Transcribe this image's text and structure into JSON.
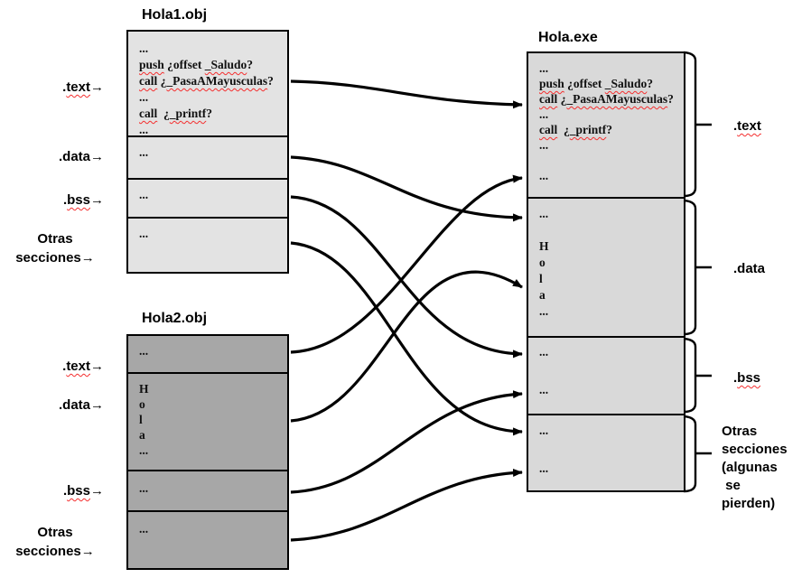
{
  "hola1": {
    "title": "Hola1.obj",
    "sections": {
      "text": {
        "lines": [
          "...",
          "push ¿offset _Saludo?",
          "call ¿_PasaAMayusculas?",
          "...",
          "call  ¿_printf?",
          "..."
        ]
      },
      "data": {
        "lines": [
          "..."
        ]
      },
      "bss": {
        "lines": [
          "..."
        ]
      },
      "otras": {
        "lines": [
          "..."
        ]
      }
    }
  },
  "hola2": {
    "title": "Hola2.obj",
    "sections": {
      "text": {
        "lines": [
          "..."
        ]
      },
      "data": {
        "lines": [
          "H",
          "o",
          "l",
          "a",
          "..."
        ]
      },
      "bss": {
        "lines": [
          "..."
        ]
      },
      "otras": {
        "lines": [
          "..."
        ]
      }
    }
  },
  "exe": {
    "title": "Hola.exe",
    "sections": {
      "text": {
        "lines": [
          "...",
          "push ¿offset _Saludo?",
          "call ¿_PasaAMayusculas?",
          "...",
          "call  ¿_printf?",
          "...",
          "",
          "..."
        ]
      },
      "data": {
        "lines": [
          "...",
          "",
          "H",
          "o",
          "l",
          "a",
          "..."
        ]
      },
      "bss": {
        "lines": [
          "...",
          "",
          "..."
        ]
      },
      "otras": {
        "lines": [
          "...",
          "",
          "..."
        ]
      }
    }
  },
  "left_labels": {
    "hola1": [
      ".text→",
      ".data→",
      ".bss→",
      "Otras\nsecciones→"
    ],
    "hola2": [
      ".text→",
      ".data→",
      ".bss→",
      "Otras\nsecciones→"
    ]
  },
  "right_labels": [
    ".text",
    ".data",
    ".bss",
    "Otras\nsecciones\n(algunas\n se\npierden)"
  ],
  "misspelled": [
    "_PasaAMayusculas",
    "_Saludo",
    "_printf",
    "push",
    "call",
    "text",
    "bss"
  ],
  "connections": [
    {
      "from": "hola1.text",
      "to": "exe.text"
    },
    {
      "from": "hola1.data",
      "to": "exe.data"
    },
    {
      "from": "hola1.bss",
      "to": "exe.bss"
    },
    {
      "from": "hola1.otras",
      "to": "exe.otras"
    },
    {
      "from": "hola2.text",
      "to": "exe.text"
    },
    {
      "from": "hola2.data",
      "to": "exe.data"
    },
    {
      "from": "hola2.bss",
      "to": "exe.bss"
    },
    {
      "from": "hola2.otras",
      "to": "exe.otras"
    }
  ],
  "colors": {
    "obj1_fill": "#e3e3e3",
    "obj2_fill": "#a7a7a7",
    "exe_fill": "#d9d9d9",
    "line": "#000000",
    "squiggle": "#f42e2e"
  }
}
